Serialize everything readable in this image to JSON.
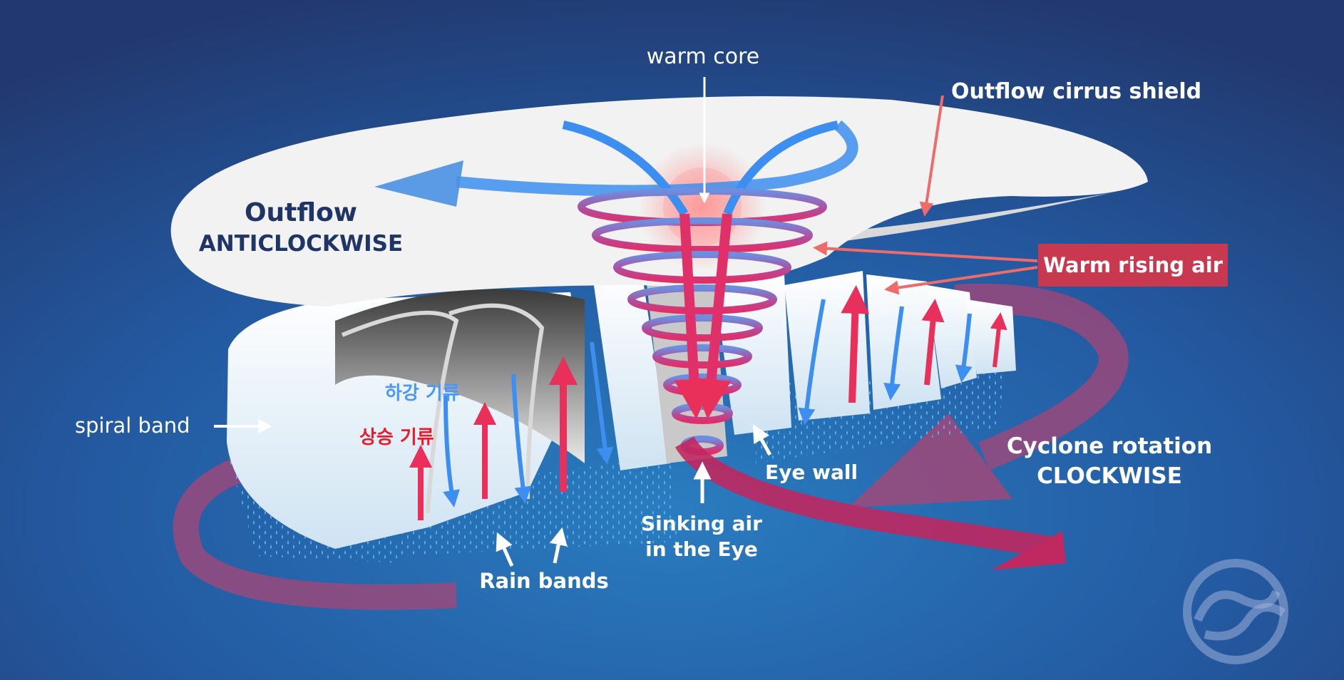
{
  "labels": {
    "warm_core": "warm core",
    "outflow_cirrus_shield": "Outflow cirrus shield",
    "outflow": "Outflow",
    "anticlockwise": "ANTICLOCKWISE",
    "warm_rising_air": "Warm rising air",
    "downdraft_ko": "하강 기류",
    "updraft_ko": "상승 기류",
    "spiral_band": "spiral band",
    "cyclone_rotation": "Cyclone rotation",
    "clockwise": "CLOCKWISE",
    "eye_wall": "Eye wall",
    "sinking_air_line1": "Sinking air",
    "sinking_air_line2": "in the Eye",
    "rain_bands": "Rain bands"
  },
  "colors": {
    "background": "#1f4c8c",
    "cloud": "#f2f2f2",
    "warm_arrow": "#ee6b6b",
    "warm_label_bg": "#c8394f",
    "updraft": "#e8305a",
    "downdraft": "#3c8ff0",
    "rotation_band": "#a84676",
    "dark_text": "#1f3566",
    "white_text": "#ffffff",
    "updraft_label": "#e81c2c",
    "downdraft_label": "#4a98ff"
  },
  "icons": [
    "logo-mark-icon"
  ]
}
